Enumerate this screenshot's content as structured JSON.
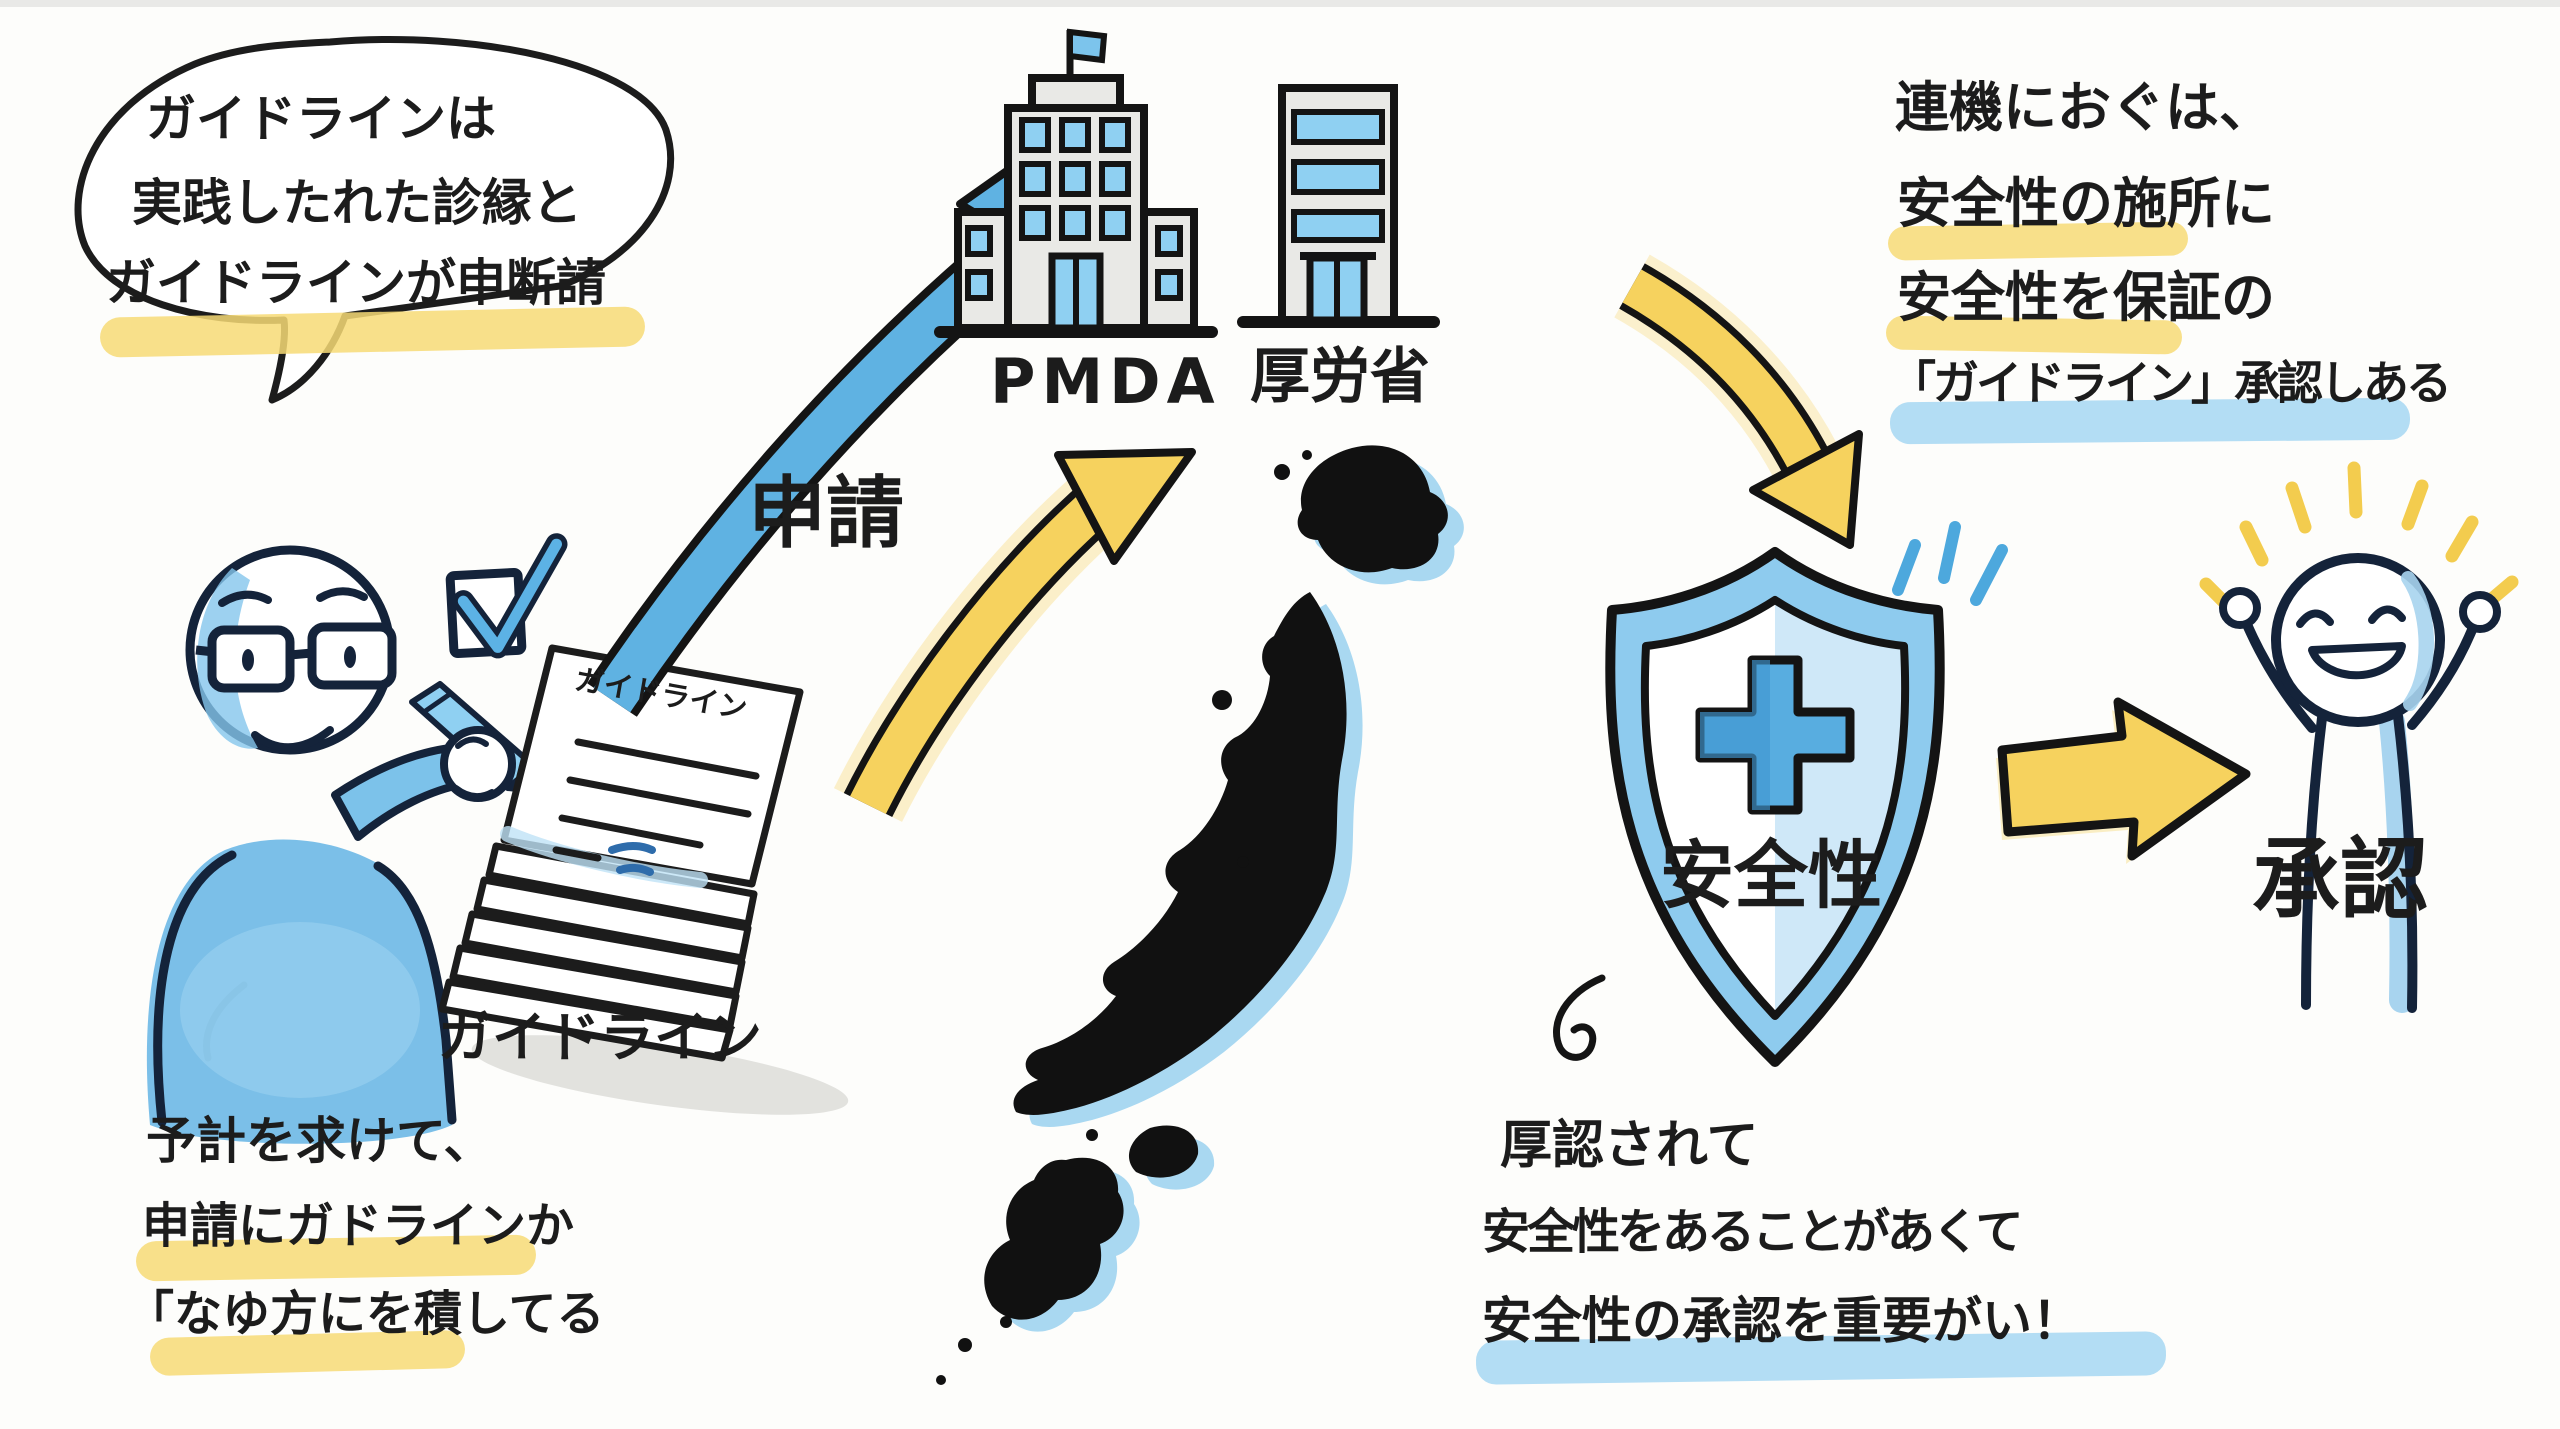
{
  "speech_bubble": {
    "lines": [
      "ガイドラインは",
      "実践したれた診縁と",
      "ガイドラインが申断請"
    ]
  },
  "flow": {
    "application_label": "申請"
  },
  "agencies": {
    "pmda": "PMDA",
    "mhlw": "厚労省"
  },
  "writer": {
    "paper_title": "ガイドライン",
    "stack_label": "ガイドライン"
  },
  "shield": {
    "label": "安全性"
  },
  "approval": {
    "label": "承認"
  },
  "top_right_note": {
    "lines": [
      "連機におぐは、",
      "安全性の施所に",
      "安全性を保証の",
      "「ガイドライン」承認しある"
    ]
  },
  "bottom_left_note": {
    "lines": [
      "予計を求けて、",
      "申請にガドラインか",
      "「なゆ方にを積してる"
    ]
  },
  "bottom_right_note": {
    "lines": [
      "厚認されて",
      "安全性をあることがあくて",
      "安全性の承認を重要がい！"
    ]
  },
  "colors": {
    "ink": "#1c1c1c",
    "arrow_blue": "#5fb2e2",
    "window_blue": "#8fd0f2",
    "wash_blue": "#a8d4ef",
    "arrow_yellow": "#f6d25e",
    "yellow_highlight": "#f7da75",
    "blue_highlight": "#a6d7f2",
    "map_black": "#111111",
    "map_shadow": "#a9d8f1",
    "building_gray": "#e9e9e6"
  }
}
